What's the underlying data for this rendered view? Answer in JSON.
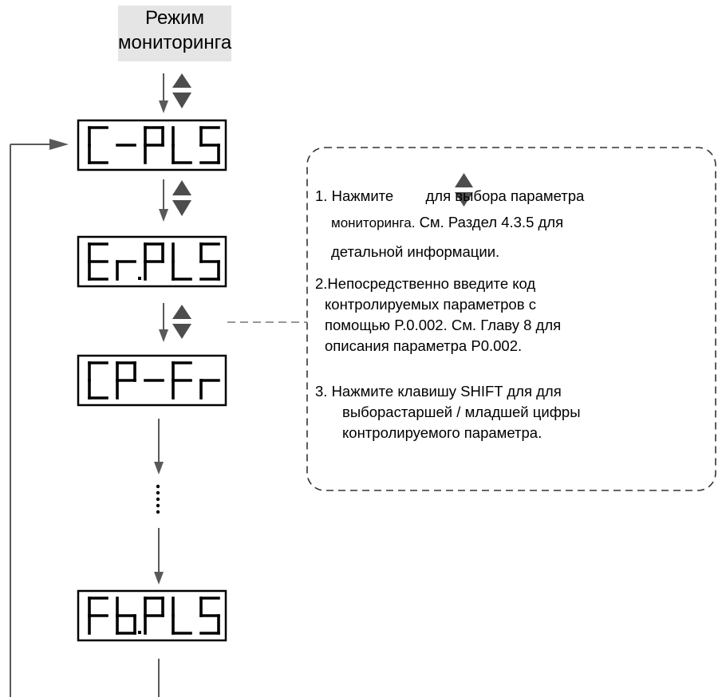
{
  "mode_label": {
    "line1": "Режим",
    "line2": "мониторинга"
  },
  "displays": [
    {
      "id": "c-pls",
      "text": "C-PLS"
    },
    {
      "id": "er-pls",
      "text": "Er.PLS"
    },
    {
      "id": "cp-fr",
      "text": "CP-Fr"
    },
    {
      "id": "fb-pls",
      "text": "Fb.PLS"
    }
  ],
  "notes": {
    "n1_num": "1.",
    "n1_a": "Нажмите",
    "n1_b": "для выбора параметра",
    "n1_c": "мониторинга.",
    "n1_d": "См. Раздел 4.3.5 для",
    "n1_e": "детальной информации.",
    "n2_l1": "2.Непосредственно введите код",
    "n2_l2": "контролируемых параметров с",
    "n2_l3": "помощью P.0.002. См. Главу 8 для",
    "n2_l4": "описания параметра P0.002.",
    "n3_l1": "3. Нажмите клавишу SHIFT для для",
    "n3_l2": "выборастаршей / младшей цифры",
    "n3_l3": "контролируемого параметра."
  },
  "colors": {
    "line": "#595959",
    "key": "#4d4d4d",
    "segment": "#000000"
  }
}
